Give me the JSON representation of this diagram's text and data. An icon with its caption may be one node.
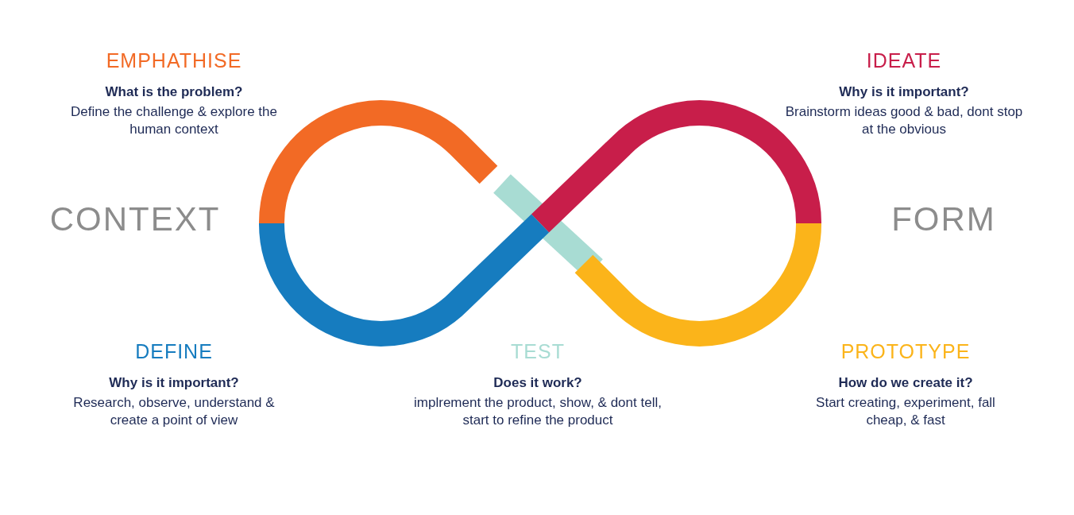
{
  "diagram": {
    "labels": [
      "EMPHATHISE",
      "What is the problem?",
      "Define the challenge & explore the human context",
      "IDEATE",
      "Why is it important?",
      "Brainstorm ideas good & bad, dont stop at the obvious",
      "CONTEXT",
      "FORM",
      "DEFINE",
      "Why is it important?",
      "Research, observe, understand & create a point of view",
      "TEST",
      "Does it work?",
      "implrement the product, show, & dont tell, start to refine the product",
      "PROTOTYPE",
      "How do we create it?",
      "Start creating, experiment, fall cheap, & fast"
    ]
  }
}
